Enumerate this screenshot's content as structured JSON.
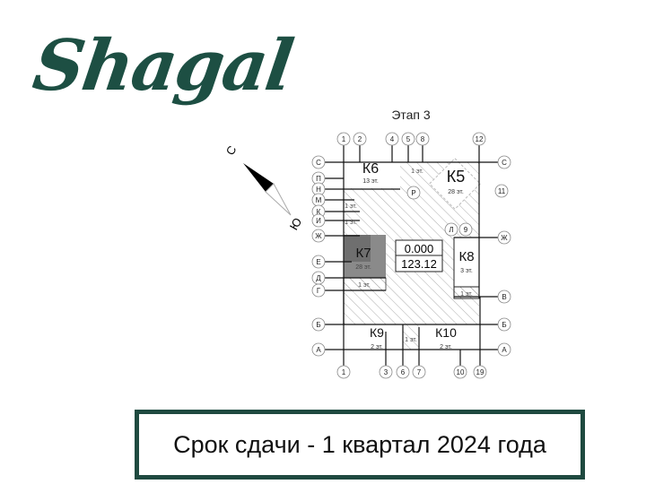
{
  "logo": {
    "text": "Shagal",
    "color": "#1d4f43"
  },
  "plan": {
    "title": "Этап 3",
    "compass": {
      "north": "С",
      "south": "Ю"
    },
    "top_axes": [
      "1",
      "2",
      "4",
      "5",
      "8",
      "12"
    ],
    "bottom_axes": [
      "1",
      "3",
      "6",
      "7",
      "10",
      "19"
    ],
    "left_axes": [
      "С",
      "П",
      "Н",
      "М",
      "К",
      "И",
      "Ж",
      "Е",
      "Д",
      "Г",
      "Б",
      "А"
    ],
    "right_axes": [
      "С",
      "11",
      "Ж",
      "В",
      "Б",
      "А"
    ],
    "inner_marks": [
      "Р",
      "Л",
      "9"
    ],
    "buildings": [
      {
        "name": "К6",
        "floors": "13 эт."
      },
      {
        "name": "К5",
        "floors": "28 эт."
      },
      {
        "name": "К7",
        "floors": "28 эт."
      },
      {
        "name": "К8",
        "floors": "3 эт."
      },
      {
        "name": "К9",
        "floors": "2 эт."
      },
      {
        "name": "К10",
        "floors": "2 эт."
      }
    ],
    "podium_labels": [
      "1 эт.",
      "1 эт.",
      "1 эт.",
      "1 эт.",
      "1 эт.",
      "1 эт."
    ],
    "elevation": {
      "zero": "0.000",
      "absolute": "123.12"
    }
  },
  "footer": {
    "text": "Срок сдачи - 1 квартал 2024 года",
    "border_color": "#1f4a40"
  }
}
